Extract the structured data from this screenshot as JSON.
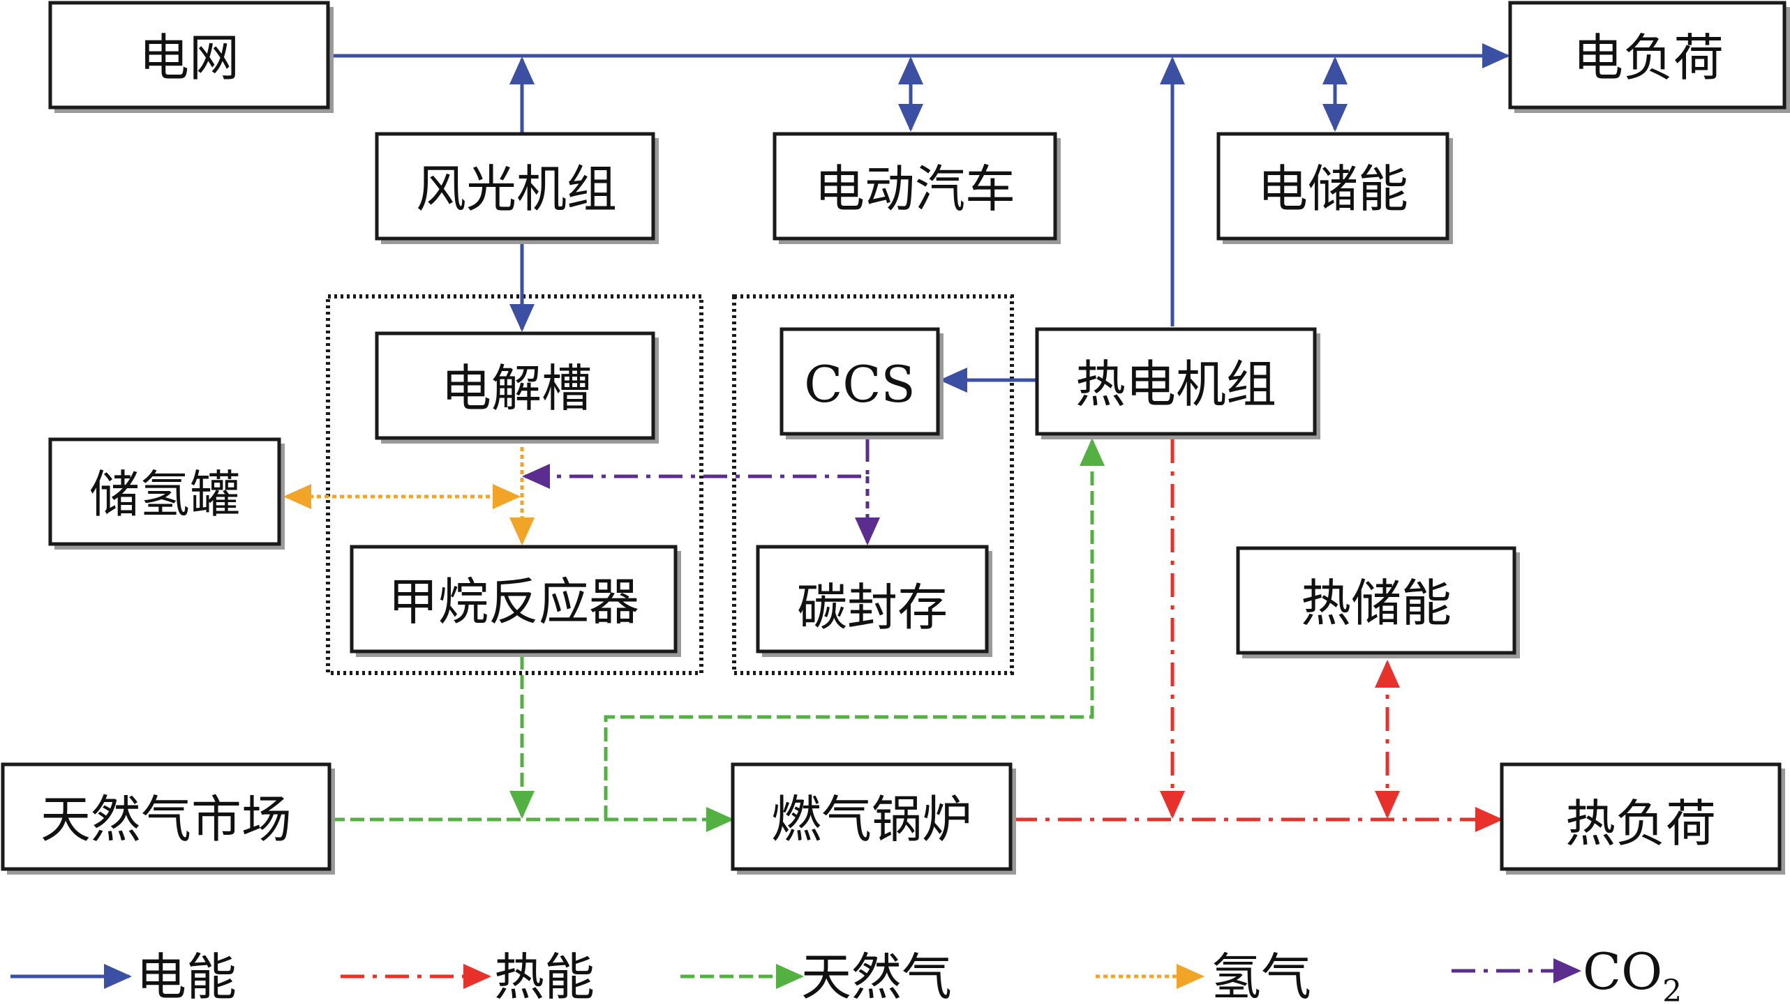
{
  "colors": {
    "electric": "#3b4fa3",
    "heat": "#e8312b",
    "gas": "#52b141",
    "hydrogen": "#f2a427",
    "co2": "#5b2d8e"
  },
  "nodes": {
    "grid": "电网",
    "electric_load": "电负荷",
    "wind_solar": "风光机组",
    "ev": "电动汽车",
    "electric_storage": "电储能",
    "electrolyzer": "电解槽",
    "ccs": "CCS",
    "chp": "热电机组",
    "h2_tank": "储氢罐",
    "methane_reactor": "甲烷反应器",
    "carbon_storage": "碳封存",
    "heat_storage": "热储能",
    "gas_market": "天然气市场",
    "gas_boiler": "燃气锅炉",
    "heat_load": "热负荷"
  },
  "legend": [
    {
      "key": "electric",
      "label": "电能"
    },
    {
      "key": "heat",
      "label": "热能"
    },
    {
      "key": "gas",
      "label": "天然气"
    },
    {
      "key": "hydrogen",
      "label": "氢气"
    },
    {
      "key": "co2",
      "label": "CO",
      "sub": "2"
    }
  ]
}
